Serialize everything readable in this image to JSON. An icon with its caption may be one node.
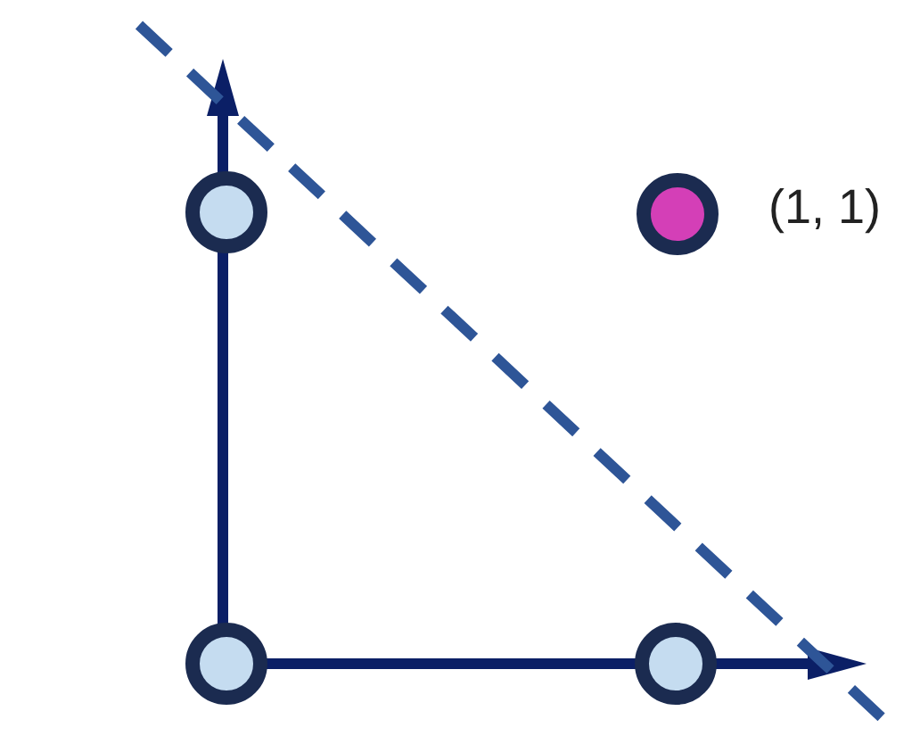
{
  "diagram": {
    "nodes": [
      {
        "text": [],
        "shape": "circle"
      },
      {
        "text": [],
        "shape": "circle",
        "beside": [
          "(1, 1)"
        ]
      },
      {
        "text": [],
        "shape": "circle"
      },
      {
        "text": [],
        "shape": "circle"
      }
    ]
  }
}
